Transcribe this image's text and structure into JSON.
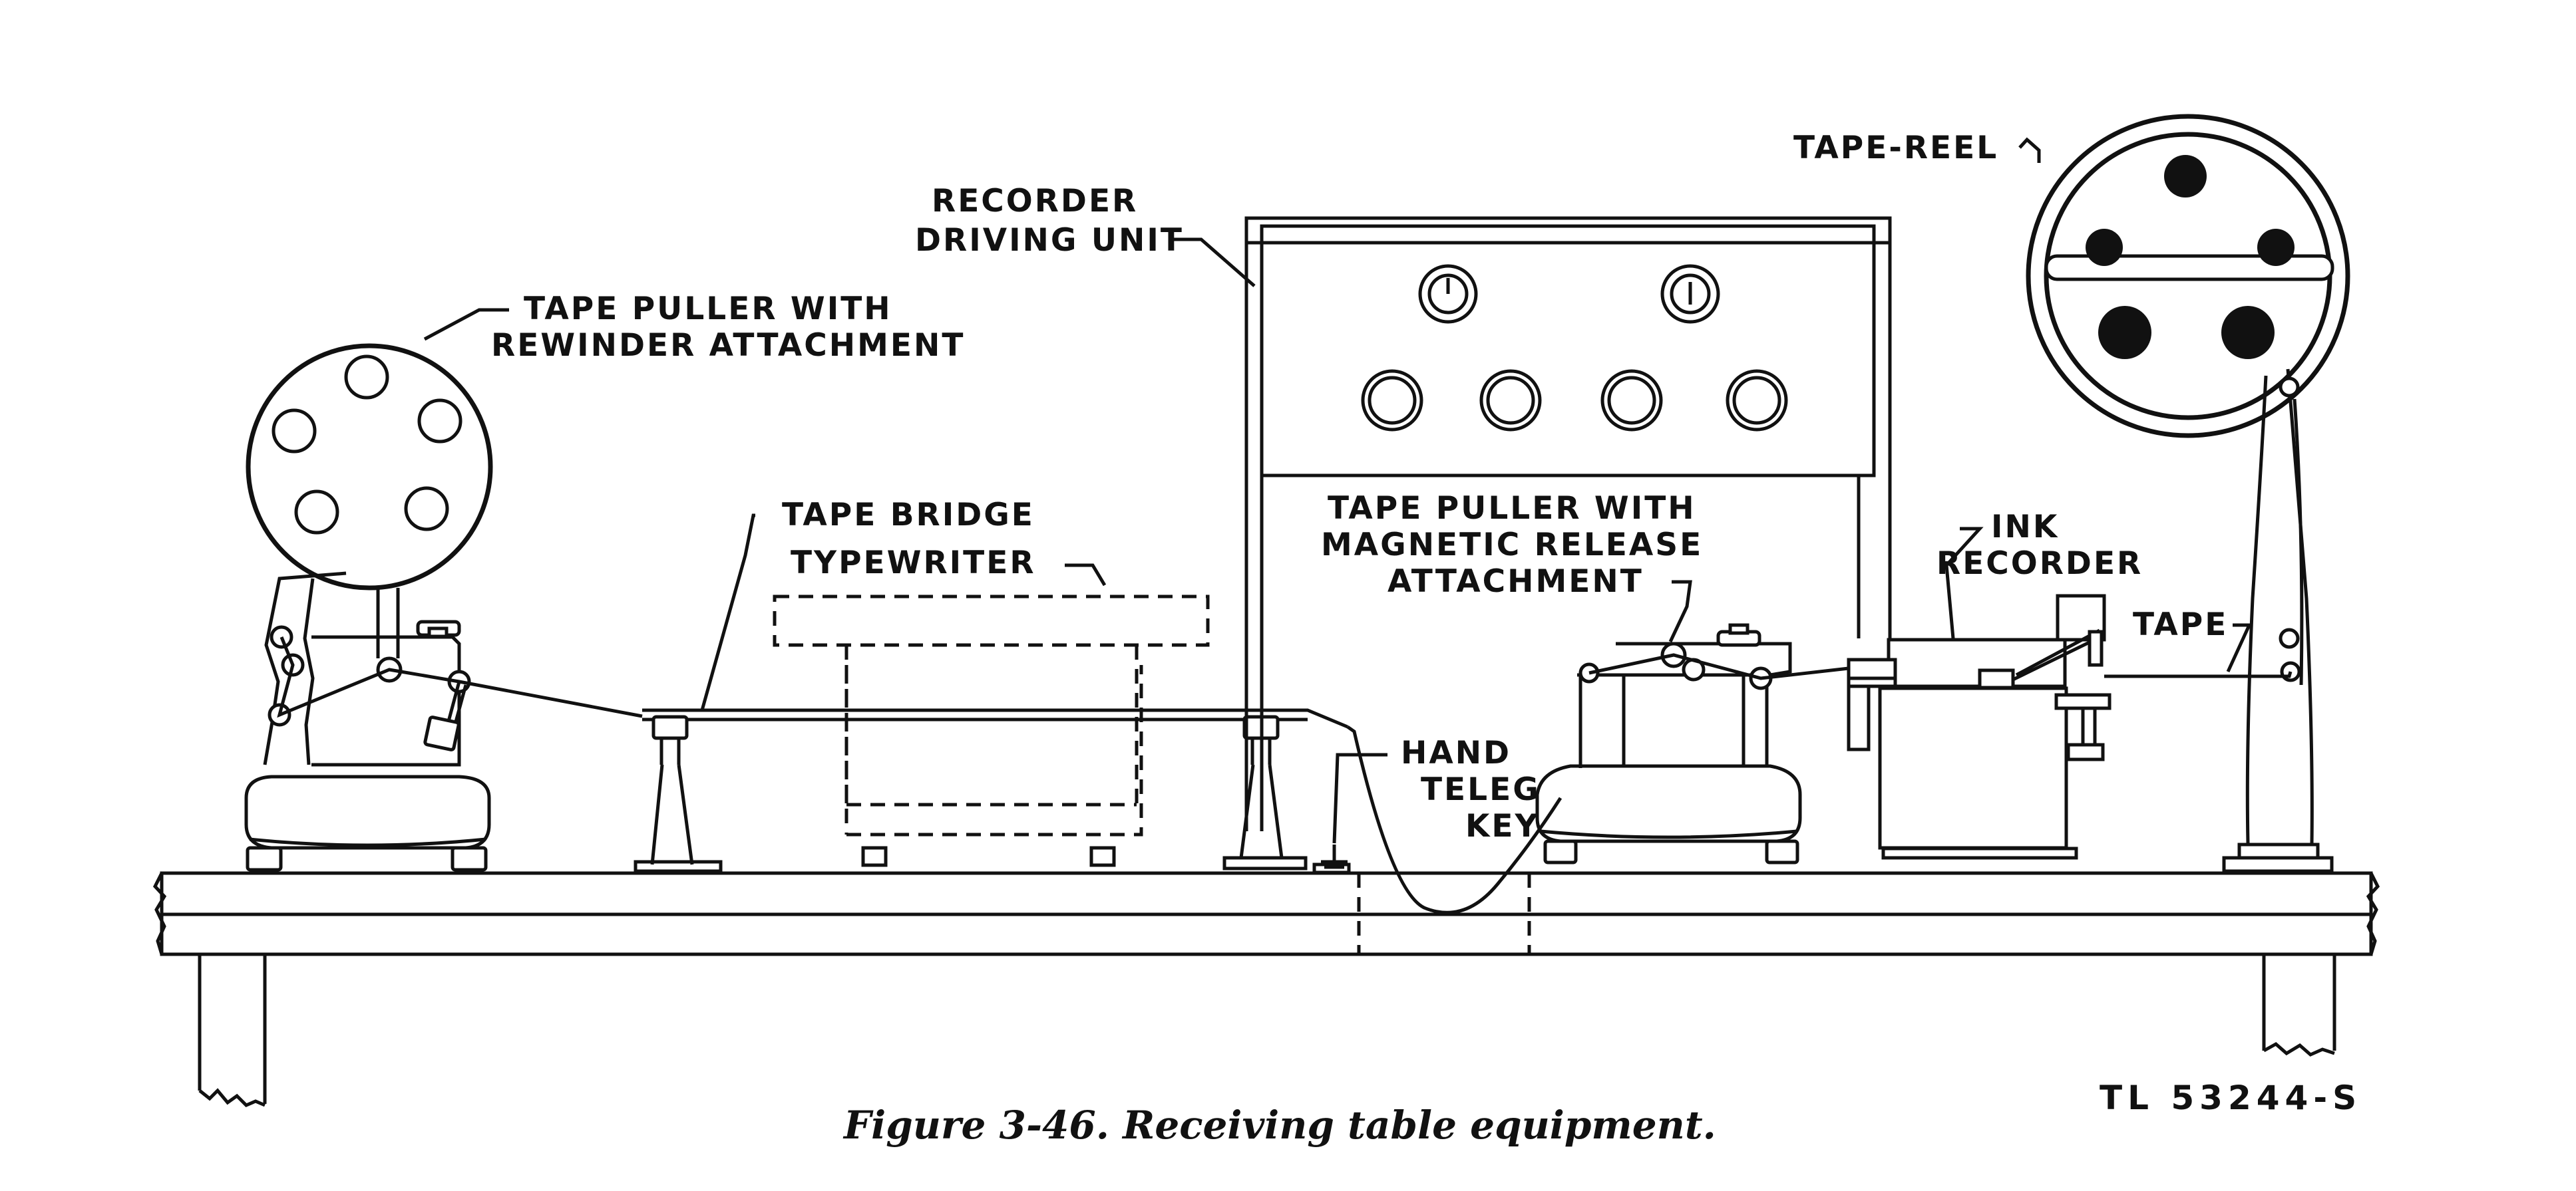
{
  "labels": {
    "tape_puller_rewinder": [
      "TAPE PULLER WITH",
      "REWINDER ATTACHMENT"
    ],
    "recorder_driving_unit": [
      "RECORDER",
      "DRIVING UNIT"
    ],
    "tape_reel": "TAPE-REEL",
    "tape_bridge": "TAPE BRIDGE",
    "typewriter": "TYPEWRITER",
    "tape_puller_magnetic": [
      "TAPE PULLER WITH",
      "MAGNETIC RELEASE",
      "ATTACHMENT"
    ],
    "ink_recorder": [
      "INK",
      "RECORDER"
    ],
    "tape": "TAPE",
    "hand_teleg_key": [
      "HAND",
      "TELEG",
      "KEY"
    ]
  },
  "caption": "Figure 3-46.  Receiving table equipment.",
  "ref_code": "TL  53244-S"
}
